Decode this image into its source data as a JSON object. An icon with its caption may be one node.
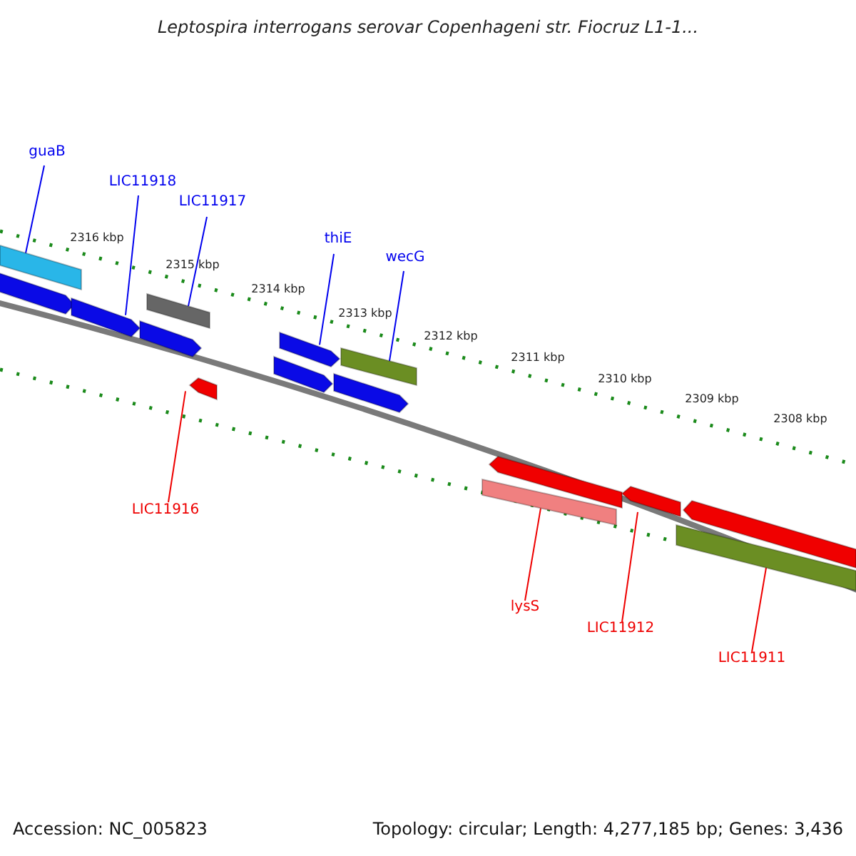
{
  "diagram": {
    "title": "Leptospira interrogans serovar Copenhageni str. Fiocruz L1-1...",
    "nodes": [
      {
        "text": [
          "guaB"
        ]
      },
      {
        "text": [
          "LIC11918"
        ]
      },
      {
        "text": [
          "LIC11917"
        ]
      },
      {
        "text": [
          "thiE"
        ]
      },
      {
        "text": [
          "wecG"
        ]
      },
      {
        "text": [
          "LIC11916"
        ]
      },
      {
        "text": [
          "lysS"
        ]
      },
      {
        "text": [
          "LIC11912"
        ]
      },
      {
        "text": [
          "LIC11911"
        ]
      },
      {
        "text": [],
        "shape": "arrow"
      },
      {
        "text": [],
        "shape": "bar"
      },
      {
        "text": [],
        "shape": "arrow"
      },
      {
        "text": [],
        "shape": "arrow"
      },
      {
        "text": [],
        "shape": "bar"
      },
      {
        "text": [],
        "shape": "arrow"
      },
      {
        "text": [],
        "shape": "arrow"
      },
      {
        "text": [],
        "shape": "arrow"
      },
      {
        "text": [],
        "shape": "arrow"
      },
      {
        "text": [],
        "shape": "bar"
      },
      {
        "text": [],
        "shape": "bar"
      },
      {
        "text": [],
        "shape": "arrow"
      },
      {
        "text": [],
        "shape": "arrow"
      },
      {
        "text": [],
        "shape": "bar"
      },
      {
        "text": [],
        "shape": "arrow"
      }
    ],
    "edges": [
      {
        "from": 0,
        "to": 10,
        "arrow": "none"
      },
      {
        "from": 1,
        "to": 11,
        "arrow": "none"
      },
      {
        "from": 2,
        "to": 13,
        "arrow": "none"
      },
      {
        "from": 3,
        "to": 16,
        "arrow": "none"
      },
      {
        "from": 4,
        "to": 18,
        "arrow": "none"
      },
      {
        "from": 5,
        "to": 14,
        "arrow": "none",
        "color": "#ee0000"
      },
      {
        "from": 6,
        "to": 19,
        "arrow": "none",
        "color": "#ee0000"
      },
      {
        "from": 7,
        "to": 20,
        "arrow": "none",
        "color": "#ee0000"
      },
      {
        "from": 8,
        "to": 22,
        "arrow": "none",
        "color": "#ee0000"
      }
    ],
    "labels": [
      "2316 kbp",
      "2315 kbp",
      "2314 kbp",
      "2313 kbp",
      "2312 kbp",
      "2311 kbp",
      "2310 kbp",
      "2309 kbp",
      "2308 kbp",
      "Accession: NC_005823",
      "Topology: circular; Length: 4,277,185 bp; Genes: 3,436"
    ]
  }
}
